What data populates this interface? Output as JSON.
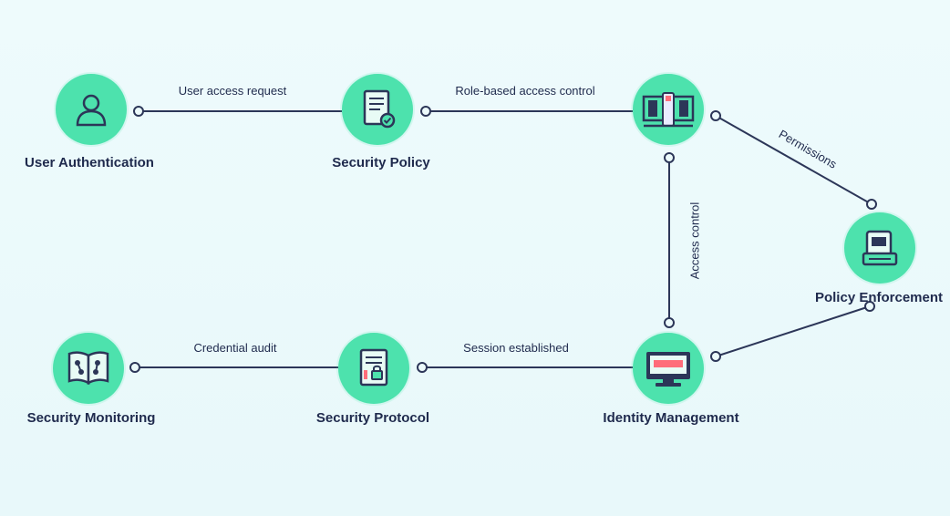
{
  "diagram": {
    "nodes": {
      "user_auth": {
        "label": "User Authentication",
        "icon": "user-icon"
      },
      "security_policy": {
        "label": "Security Policy",
        "icon": "document-check-icon"
      },
      "access_gateway": {
        "label": "",
        "icon": "server-rack-icon"
      },
      "policy_enforcement": {
        "label": "Policy Enforcement",
        "icon": "device-lock-icon"
      },
      "security_monitoring": {
        "label": "Security Monitoring",
        "icon": "network-book-icon"
      },
      "security_protocol": {
        "label": "Security Protocol",
        "icon": "document-lock-icon"
      },
      "identity_management": {
        "label": "Identity Management",
        "icon": "monitor-icon"
      }
    },
    "edges": {
      "e1": {
        "label": "User access request"
      },
      "e2": {
        "label": "Role-based access control"
      },
      "e3": {
        "label": "Permissions"
      },
      "e4": {
        "label": "Access control"
      },
      "e5": {
        "label": "Credential audit"
      },
      "e6": {
        "label": "Session established"
      }
    },
    "colors": {
      "node_fill": "#4de2ad",
      "line": "#2c3658",
      "text": "#1f2a4d",
      "background": "#ecfafb"
    }
  }
}
